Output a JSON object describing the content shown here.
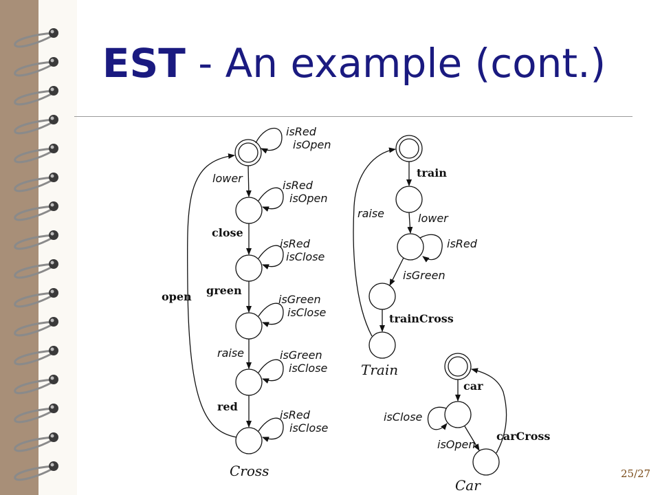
{
  "title": {
    "main": "EST",
    "rest": " - An example (cont.)"
  },
  "page_number": "25/27",
  "machines": {
    "cross": {
      "name": "Cross",
      "edges": {
        "lower": "lower",
        "close": "close",
        "green": "green",
        "raise": "raise",
        "red": "red",
        "open": "open"
      },
      "loops": [
        {
          "a": "isRed",
          "b": "isOpen"
        },
        {
          "a": "isRed",
          "b": "isOpen"
        },
        {
          "a": "isRed",
          "b": "isClose"
        },
        {
          "a": "isGreen",
          "b": "isClose"
        },
        {
          "a": "isGreen",
          "b": "isClose"
        },
        {
          "a": "isRed",
          "b": "isClose"
        }
      ]
    },
    "train": {
      "name": "Train",
      "edges": {
        "train": "train",
        "lower": "lower",
        "isGreen": "isGreen",
        "trainCross": "trainCross",
        "raise": "raise"
      },
      "loop": "isRed"
    },
    "car": {
      "name": "Car",
      "edges": {
        "car": "car",
        "isOpen": "isOpen",
        "carCross": "carCross"
      },
      "loop": "isClose"
    }
  }
}
